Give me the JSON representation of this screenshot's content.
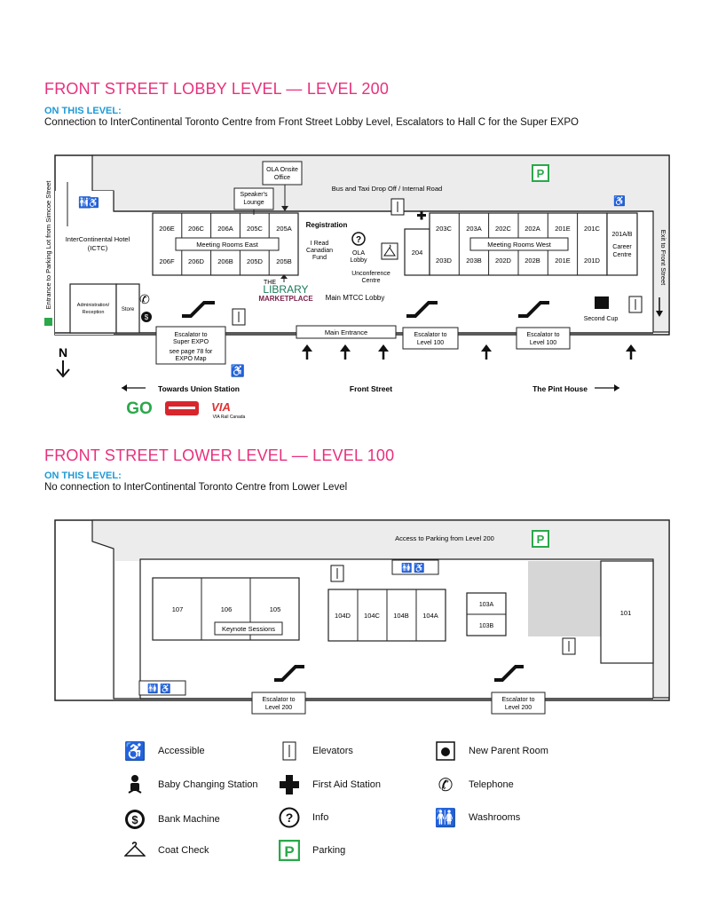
{
  "level200": {
    "title": "FRONT STREET LOBBY LEVEL — LEVEL 200",
    "subtitle": "ON THIS LEVEL:",
    "description": "Connection to InterContinental Toronto Centre from Front Street Lobby Level, Escalators to Hall C for the Super EXPO",
    "labels": {
      "entrance_parking": "Entrance to Parking Lot from Simcoe Street",
      "exit_front": "Exit to Front Street",
      "ola_onsite_1": "OLA Onsite",
      "ola_onsite_2": "Office",
      "speakers_1": "Speaker's",
      "speakers_2": "Lounge",
      "bus_taxi": "Bus and Taxi Drop Off / Internal Road",
      "registration": "Registration",
      "iread_1": "I Read",
      "iread_2": "Canadian",
      "iread_3": "Fund",
      "ola_lobby_1": "OLA",
      "ola_lobby_2": "Lobby",
      "unconf_1": "Unconference",
      "unconf_2": "Centre",
      "library_1": "THE",
      "library_2": "LIBRARY",
      "library_3": "MARKETPLACE",
      "main_lobby": "Main MTCC Lobby",
      "ictc_1": "InterContinental Hotel",
      "ictc_2": "(ICTC)",
      "admin_1": "Administration/",
      "admin_2": "Reception",
      "store": "Store",
      "meeting_east": "Meeting Rooms East",
      "meeting_west": "Meeting Rooms West",
      "career_1": "201A/B",
      "career_2": "Career",
      "career_3": "Centre",
      "second_cup": "Second Cup",
      "main_entrance": "Main Entrance",
      "esc_super_1": "Escalator to",
      "esc_super_2": "Super EXPO",
      "esc_super_3": "see page 78 for",
      "esc_super_4": "EXPO Map",
      "esc_100_1": "Escalator to",
      "esc_100_2": "Level 100",
      "north": "N",
      "towards_union": "Towards Union Station",
      "front_street": "Front Street",
      "pint_house": "The Pint House",
      "go": "GO",
      "via": "VIA",
      "via_sub": "VIA Rail Canada",
      "parking": "P",
      "room_204": "204"
    },
    "rooms_top_east": [
      "206E",
      "206C",
      "206A",
      "205C",
      "205A"
    ],
    "rooms_bottom_east": [
      "206F",
      "206D",
      "206B",
      "205D",
      "205B"
    ],
    "rooms_top_west": [
      "203C",
      "203A",
      "202C",
      "202A",
      "201E",
      "201C"
    ],
    "rooms_bottom_west": [
      "203D",
      "203B",
      "202D",
      "202B",
      "201E",
      "201D"
    ]
  },
  "level100": {
    "title": "FRONT STREET LOWER LEVEL — LEVEL 100",
    "subtitle": "ON THIS LEVEL:",
    "description": "No connection to InterContinental Toronto Centre from Lower Level",
    "labels": {
      "access_parking": "Access to Parking from Level 200",
      "keynote": "Keynote Sessions",
      "esc_1": "Escalator to",
      "esc_2": "Level 200",
      "parking": "P",
      "room_101": "101",
      "room_103a": "103A",
      "room_103b": "103B"
    },
    "rooms_large": [
      "107",
      "106",
      "105"
    ],
    "rooms_104": [
      "104D",
      "104C",
      "104B",
      "104A"
    ]
  },
  "legend": [
    {
      "icon": "accessible-icon",
      "label": "Accessible"
    },
    {
      "icon": "elevator-icon",
      "label": "Elevators"
    },
    {
      "icon": "new-parent-room-icon",
      "label": "New Parent Room"
    },
    {
      "icon": "baby-changing-icon",
      "label": "Baby Changing Station"
    },
    {
      "icon": "first-aid-icon",
      "label": "First Aid Station"
    },
    {
      "icon": "telephone-icon",
      "label": "Telephone"
    },
    {
      "icon": "bank-machine-icon",
      "label": "Bank Machine"
    },
    {
      "icon": "info-icon",
      "label": "Info"
    },
    {
      "icon": "washrooms-icon",
      "label": "Washrooms"
    },
    {
      "icon": "coat-check-icon",
      "label": "Coat Check"
    },
    {
      "icon": "parking-icon",
      "label": "Parking"
    }
  ],
  "colors": {
    "title": "#e8307d",
    "subtitle": "#1e9ad6",
    "parking": "#2aa84a",
    "road": "#ececec",
    "library": "#7a1f4a"
  }
}
